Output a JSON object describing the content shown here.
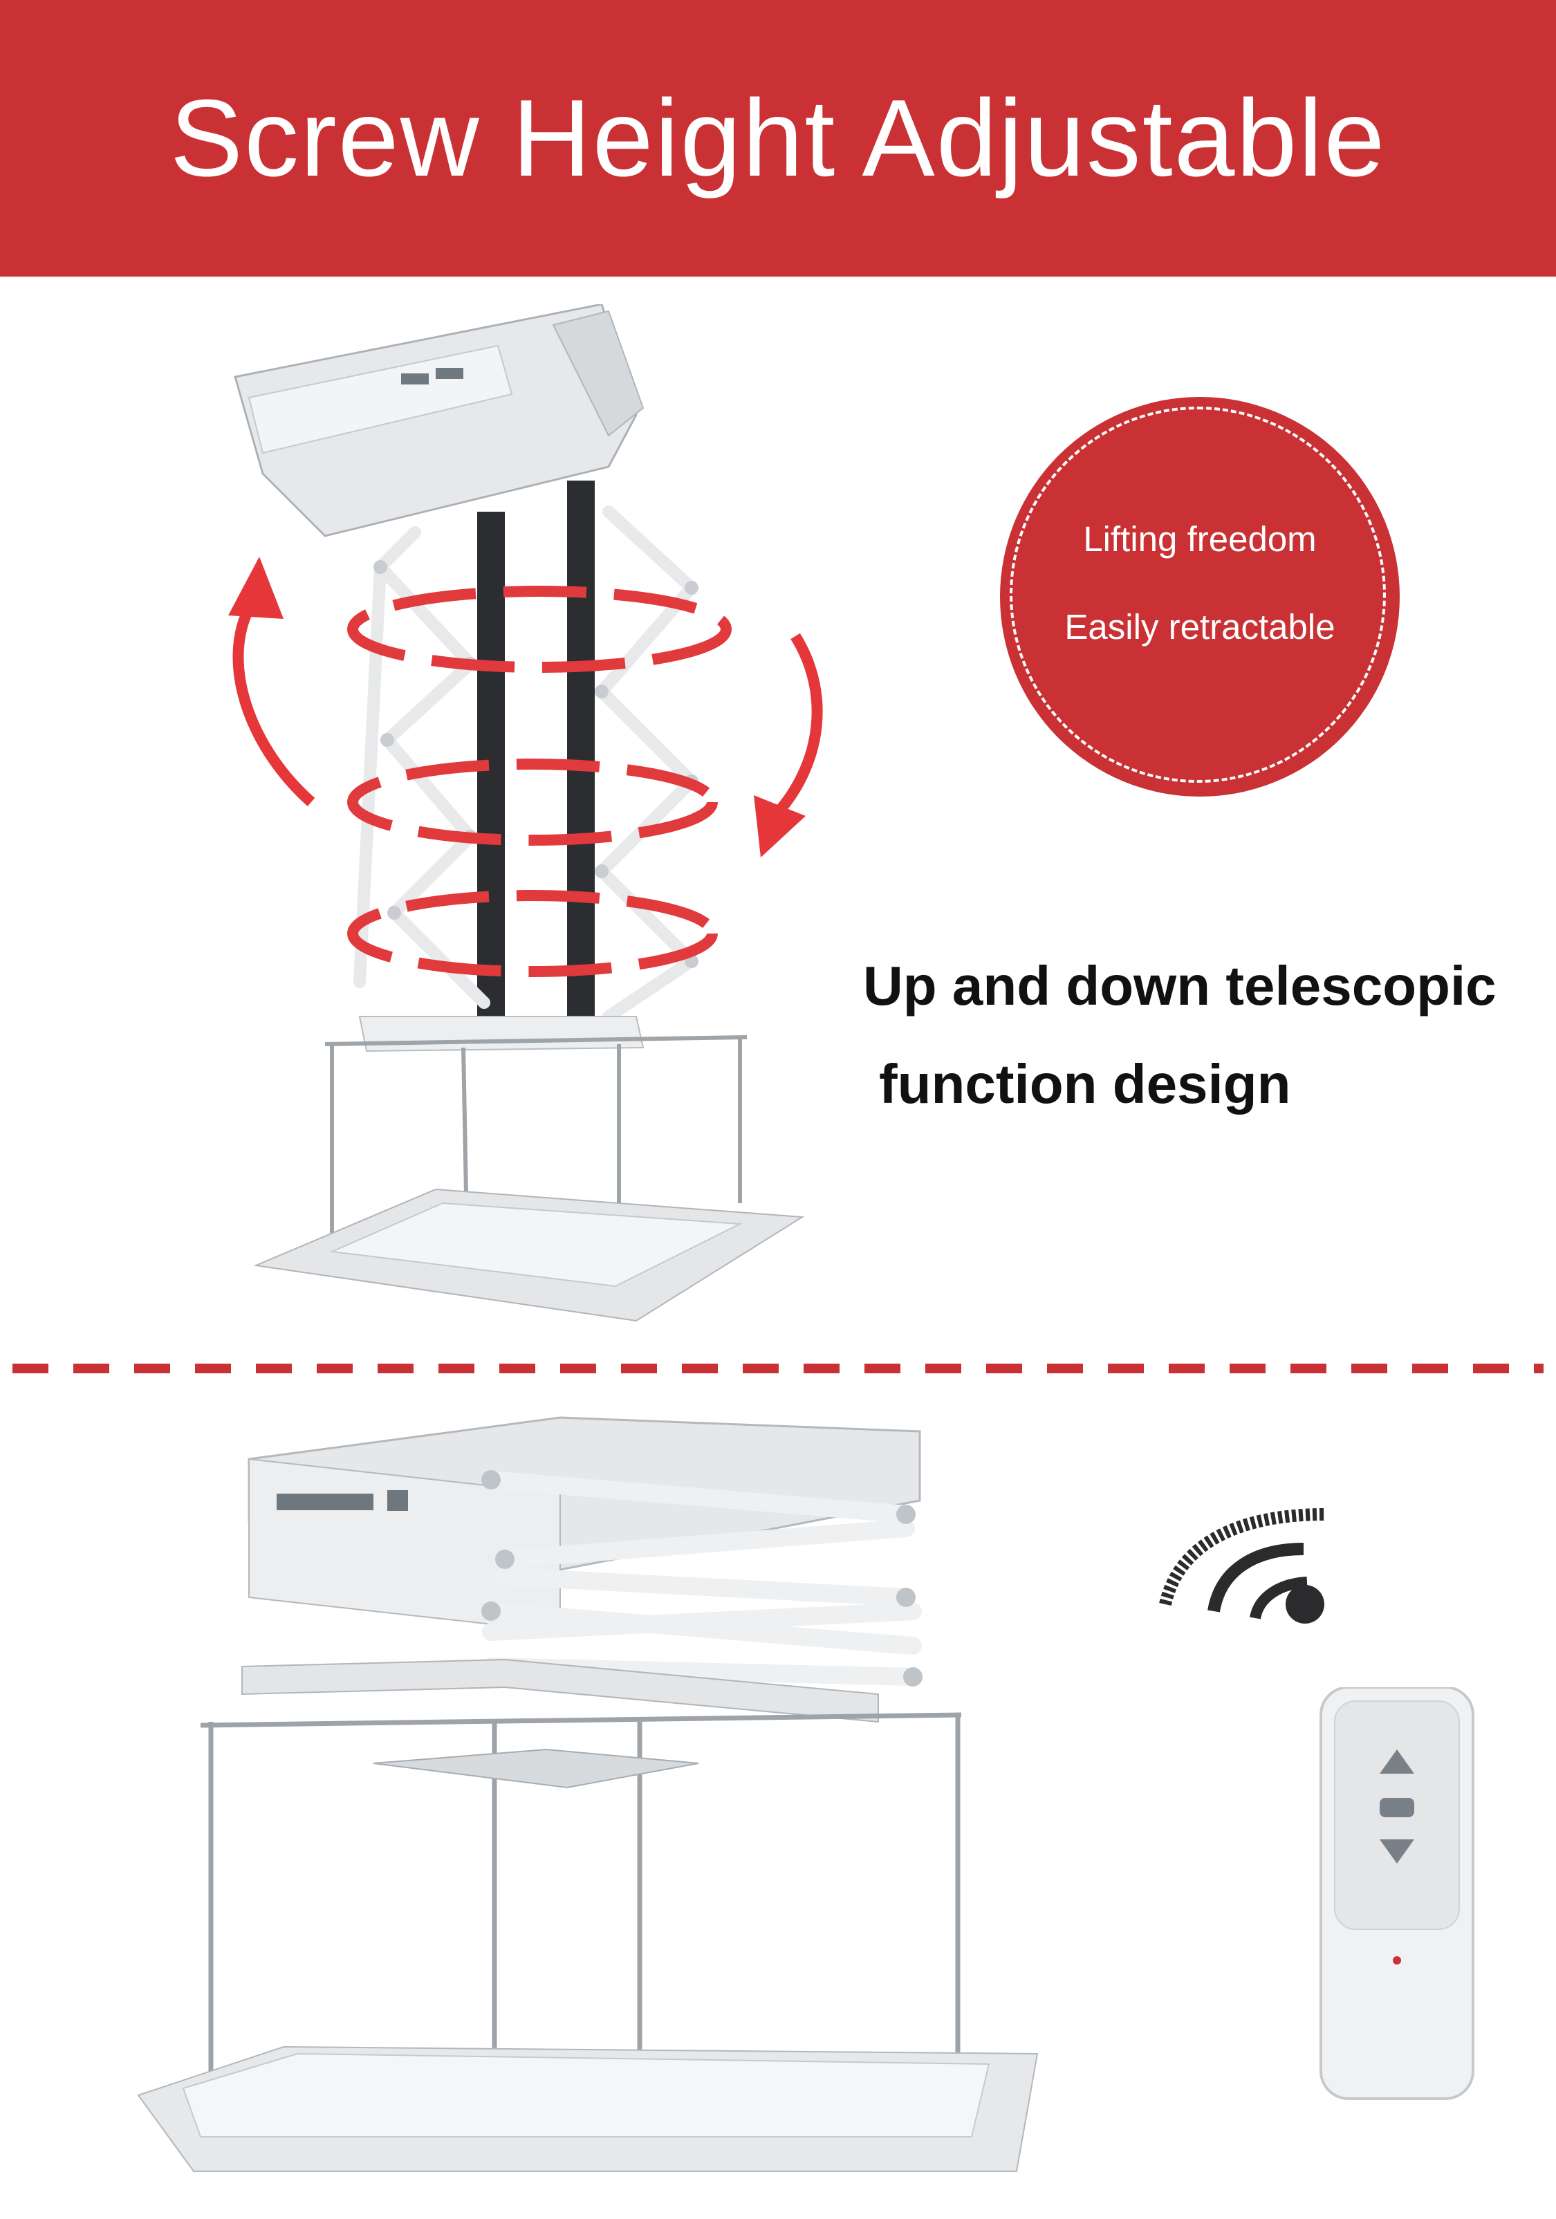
{
  "banner": {
    "title": "Screw Height Adjustable"
  },
  "badge": {
    "line1": "Lifting freedom",
    "line2": "Easily retractable"
  },
  "feature": {
    "line1": "Up and down telescopic",
    "line2": " function design"
  },
  "colors": {
    "accent_red": "#c93134",
    "text_dark": "#111111",
    "background": "#ffffff"
  },
  "icons": {
    "rotate_arrows": "rotate-arrows-icon",
    "wireless_signal": "wireless-signal-icon",
    "remote_control": "remote-control-image"
  }
}
